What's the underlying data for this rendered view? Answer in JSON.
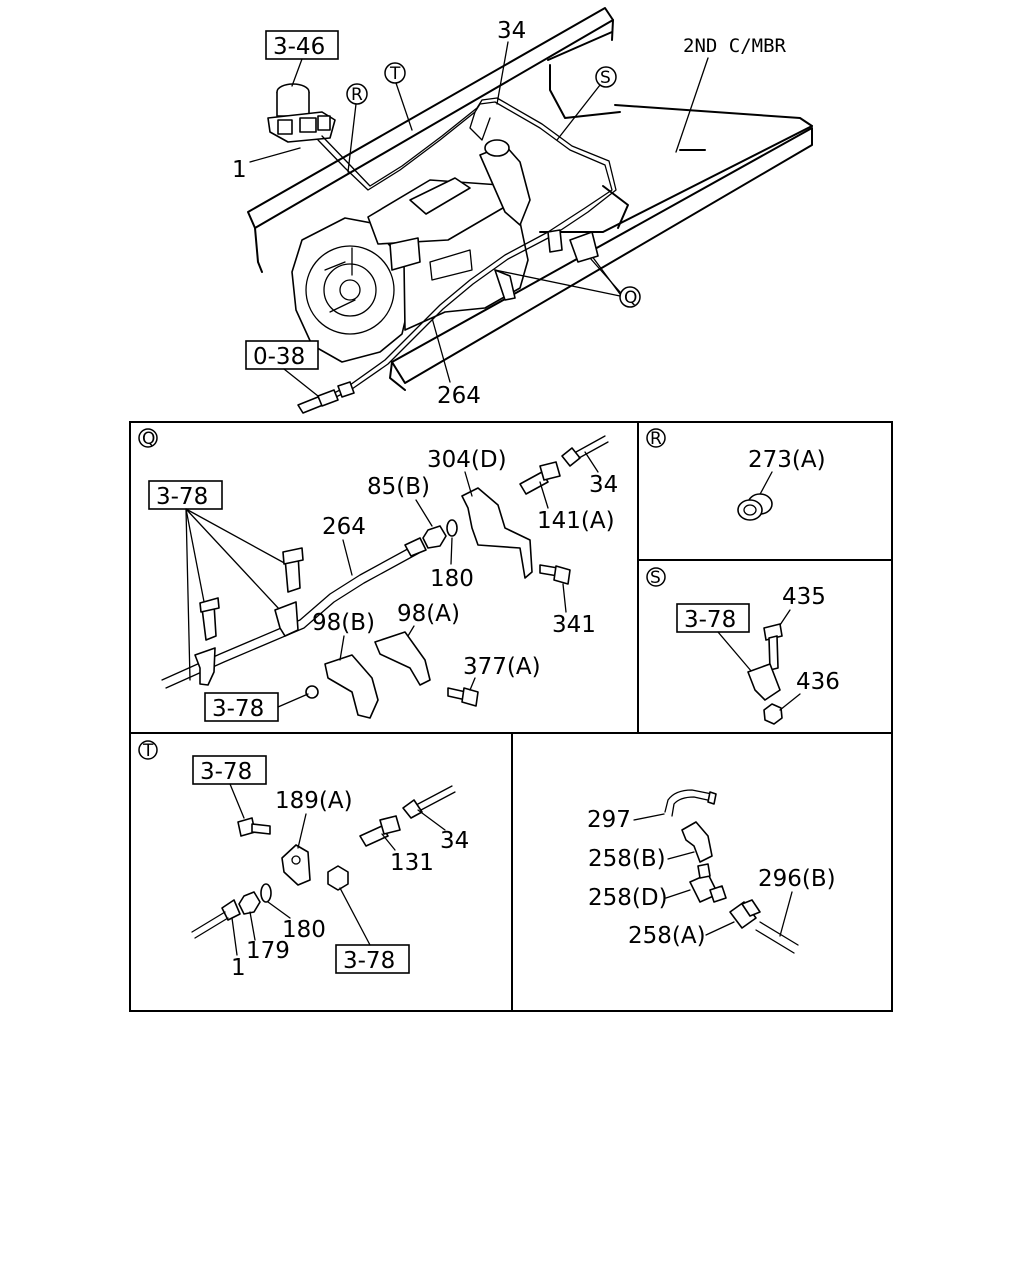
{
  "overview": {
    "callout_3_46": "3-46",
    "callout_0_38": "0-38",
    "label_34": "34",
    "label_1": "1",
    "label_264": "264",
    "label_2nd_cmbr": "2ND C/MBR",
    "circle_R": "R",
    "circle_T": "T",
    "circle_S": "S",
    "circle_Q": "Q"
  },
  "panel_q": {
    "tag": "Q",
    "ref_3_78_top": "3-78",
    "ref_3_78_bottom": "3-78",
    "label_264": "264",
    "label_85b": "85(B)",
    "label_304d": "304(D)",
    "label_34": "34",
    "label_141a": "141(A)",
    "label_180": "180",
    "label_341": "341",
    "label_98b": "98(B)",
    "label_98a": "98(A)",
    "label_377a": "377(A)"
  },
  "panel_r": {
    "tag": "R",
    "label_273a": "273(A)"
  },
  "panel_s": {
    "tag": "S",
    "ref_3_78": "3-78",
    "label_435": "435",
    "label_436": "436"
  },
  "panel_t": {
    "tag": "T",
    "ref_3_78_top": "3-78",
    "ref_3_78_bottom": "3-78",
    "label_189a": "189(A)",
    "label_34": "34",
    "label_131": "131",
    "label_180": "180",
    "label_179": "179",
    "label_1": "1"
  },
  "panel_fittings": {
    "label_297": "297",
    "label_258b": "258(B)",
    "label_258d": "258(D)",
    "label_258a": "258(A)",
    "label_296b": "296(B)"
  }
}
